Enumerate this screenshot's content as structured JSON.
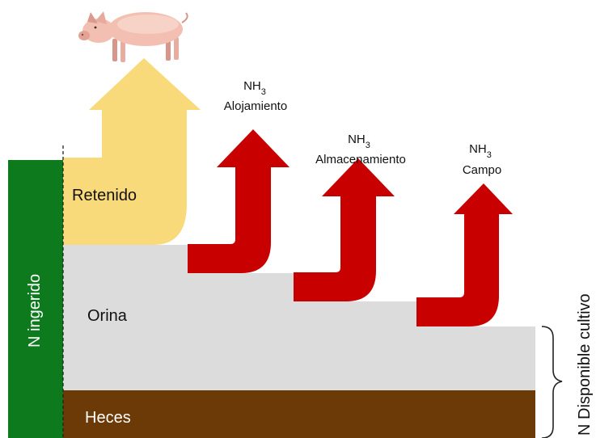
{
  "labels": {
    "ingested": "N ingerido",
    "retained": "Retenido",
    "urine": "Orina",
    "feces": "Heces",
    "available": "N Disponible cultivo"
  },
  "emissions": [
    {
      "formula": "NH",
      "subscript": "3",
      "stage": "Alojamiento"
    },
    {
      "formula": "NH",
      "subscript": "3",
      "stage": "Almacenamiento"
    },
    {
      "formula": "NH",
      "subscript": "3",
      "stage": "Campo"
    }
  ],
  "colors": {
    "ingested": "#0e7a1e",
    "retained": "#f9da7a",
    "urine": "#dcdcdc",
    "feces": "#6b3a06",
    "loss_arrow": "#c80000",
    "text_light": "#ffffff",
    "text_dark": "#111111"
  },
  "icons": {
    "animal": "pig-icon"
  }
}
